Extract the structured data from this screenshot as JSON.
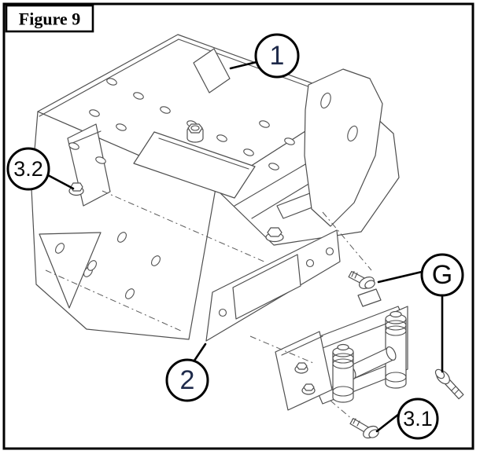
{
  "figure": {
    "title": "Figure 9"
  },
  "diagram": {
    "type": "exploded-parts-diagram",
    "background": "#ffffff",
    "line_color": "#4f4f4f",
    "outline_color": "#000000"
  },
  "callouts": [
    {
      "label": "1",
      "color": "#1e2a4a",
      "points_to": "winch-mount-plate"
    },
    {
      "label": "2",
      "color": "#1e2a4a",
      "points_to": "fairlead-mounting-plate"
    },
    {
      "label": "3.1",
      "color": "#0a0a0a",
      "points_to": "hex-bolt-lower"
    },
    {
      "label": "3.2",
      "color": "#0a0a0a",
      "points_to": "hex-bolt-on-plate-tab"
    },
    {
      "label": "G",
      "color": "#0a0a0a",
      "points_to": "hex-bolt-g"
    }
  ]
}
